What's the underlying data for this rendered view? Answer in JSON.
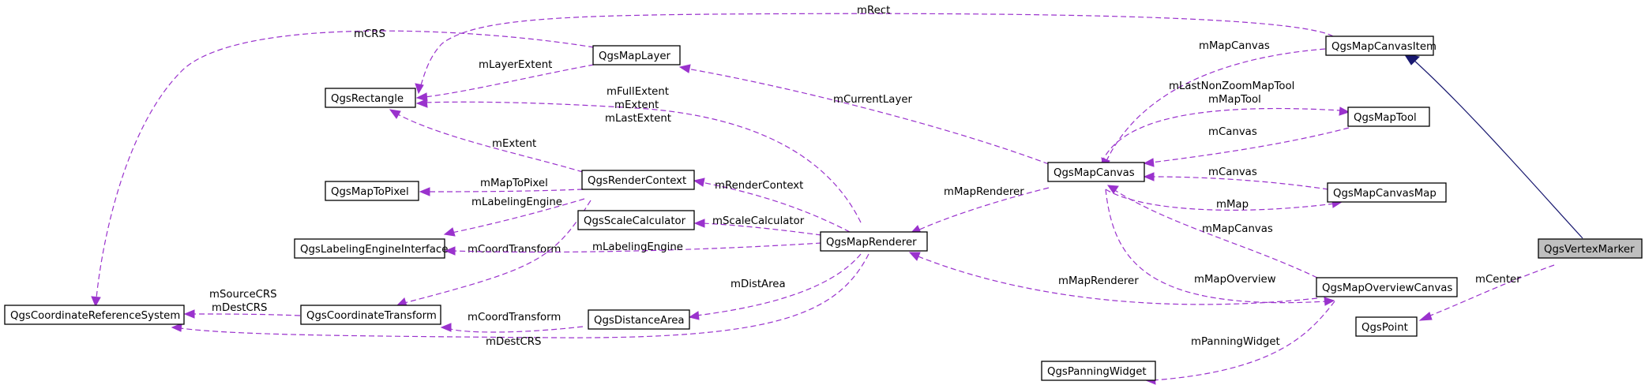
{
  "nodes": {
    "vertexmarker": "QgsVertexMarker",
    "mapcanvasitem": "QgsMapCanvasItem",
    "point": "QgsPoint",
    "mapcanvas": "QgsMapCanvas",
    "maptool": "QgsMapTool",
    "mapcanvasmap": "QgsMapCanvasMap",
    "mapoverviewcanvas": "QgsMapOverviewCanvas",
    "panningwidget": "QgsPanningWidget",
    "maprenderer": "QgsMapRenderer",
    "maplayer": "QgsMapLayer",
    "rectangle": "QgsRectangle",
    "rendercontext": "QgsRenderContext",
    "maptopixel": "QgsMapToPixel",
    "scalecalculator": "QgsScaleCalculator",
    "labelingengine": "QgsLabelingEngineInterface",
    "distancearea": "QgsDistanceArea",
    "coordinatetransform": "QgsCoordinateTransform",
    "crs": "QgsCoordinateReferenceSystem"
  },
  "edges": {
    "mRect": "mRect",
    "mCRS": "mCRS",
    "mLayerExtent": "mLayerExtent",
    "mMapCanvas_item": "mMapCanvas",
    "mFullExtent": "mFullExtent",
    "mExtent_renderer": "mExtent",
    "mLastExtent": "mLastExtent",
    "mCurrentLayer": "mCurrentLayer",
    "mLastNonZoomMapTool": "mLastNonZoomMapTool",
    "mMapTool": "mMapTool",
    "mCanvas_tool": "mCanvas",
    "mExtent_context": "mExtent",
    "mMapToPixel": "mMapToPixel",
    "mRenderContext": "mRenderContext",
    "mMapRenderer_canvas": "mMapRenderer",
    "mCanvas_map": "mCanvas",
    "mMap": "mMap",
    "mLabelingEngine_context": "mLabelingEngine",
    "mScaleCalculator": "mScaleCalculator",
    "mMapCanvas_overview": "mMapCanvas",
    "mCoordTransform_context": "mCoordTransform",
    "mLabelingEngine_renderer": "mLabelingEngine",
    "mCenter": "mCenter",
    "mSourceCRS": "mSourceCRS",
    "mDestCRS_transform": "mDestCRS",
    "mDistArea": "mDistArea",
    "mMapRenderer_overview": "mMapRenderer",
    "mMapOverview": "mMapOverview",
    "mCoordTransform_distance": "mCoordTransform",
    "mDestCRS_renderer": "mDestCRS",
    "mPanningWidget": "mPanningWidget"
  }
}
